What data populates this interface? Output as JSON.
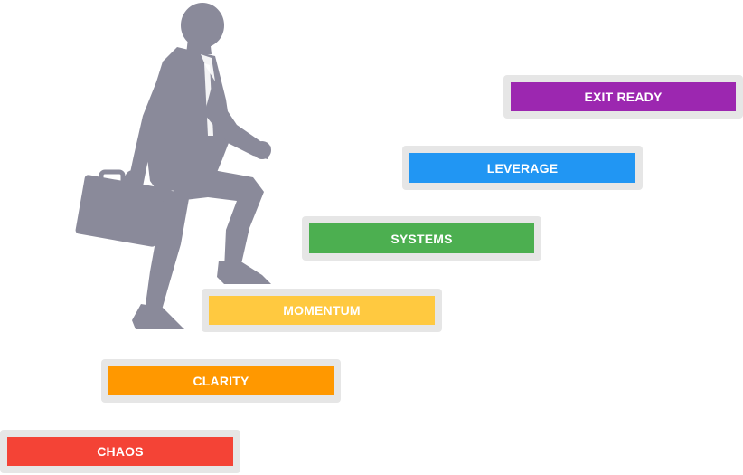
{
  "steps": [
    {
      "label": "CHAOS",
      "color": "#f44336"
    },
    {
      "label": "CLARITY",
      "color": "#ff9800"
    },
    {
      "label": "MOMENTUM",
      "color": "#ffc940"
    },
    {
      "label": "SYSTEMS",
      "color": "#4caf50"
    },
    {
      "label": "LEVERAGE",
      "color": "#2196f3"
    },
    {
      "label": "EXIT READY",
      "color": "#9c27b0"
    }
  ],
  "colors": {
    "figure": "#8a8a9a",
    "step_frame": "#e6e6e6"
  },
  "icons": {
    "figure": "businessman-climbing-icon",
    "briefcase": "briefcase-icon"
  }
}
